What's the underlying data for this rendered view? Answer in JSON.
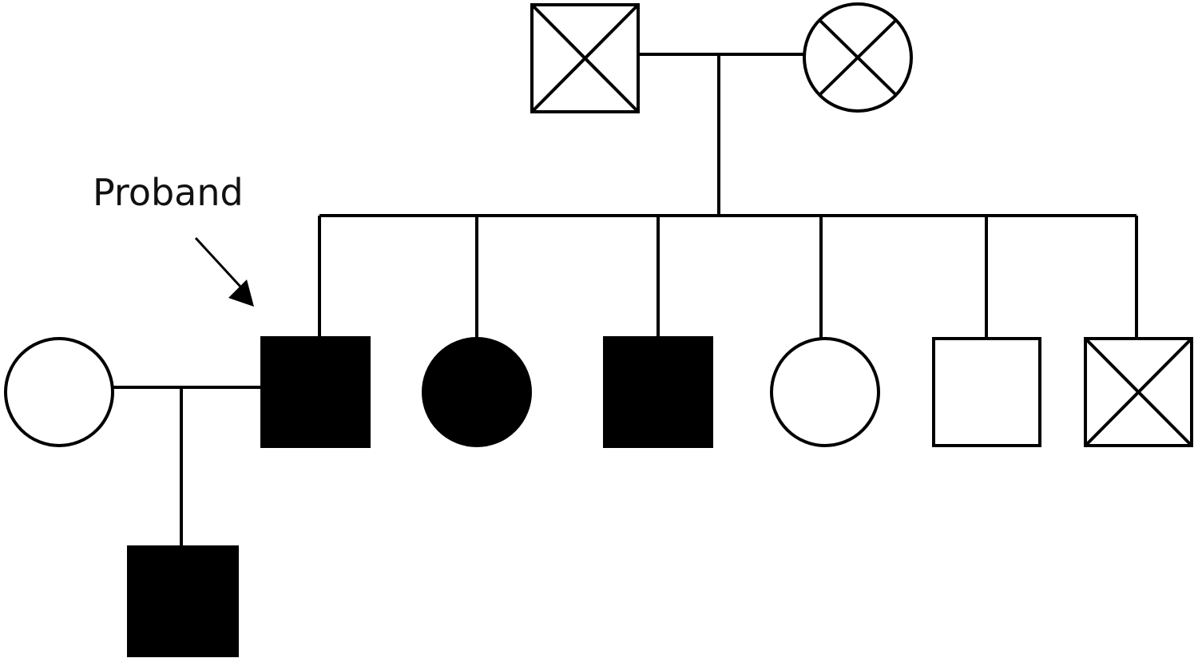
{
  "diagram": {
    "type": "pedigree",
    "colors": {
      "stroke": "#000000",
      "affected_fill": "#000000",
      "unaffected_fill": "#ffffff",
      "background": "#ffffff"
    },
    "annotation": {
      "label": "Proband",
      "points_to": "generation-2-individual-1"
    },
    "generations": [
      {
        "generation": 1,
        "individuals": [
          {
            "id": "g1-father",
            "sex": "male",
            "status": "deceased-or-unknown (crossed)"
          },
          {
            "id": "g1-mother",
            "sex": "female",
            "status": "deceased-or-unknown (crossed)"
          }
        ]
      },
      {
        "generation": 2,
        "individuals": [
          {
            "id": "g2-spouse",
            "sex": "female",
            "status": "unaffected",
            "relation": "spouse of proband"
          },
          {
            "id": "g2-1",
            "sex": "male",
            "status": "affected",
            "proband": true
          },
          {
            "id": "g2-2",
            "sex": "female",
            "status": "affected"
          },
          {
            "id": "g2-3",
            "sex": "male",
            "status": "affected"
          },
          {
            "id": "g2-4",
            "sex": "female",
            "status": "unaffected"
          },
          {
            "id": "g2-5",
            "sex": "male",
            "status": "unaffected"
          },
          {
            "id": "g2-6",
            "sex": "male",
            "status": "deceased-or-unknown (crossed)"
          }
        ]
      },
      {
        "generation": 3,
        "individuals": [
          {
            "id": "g3-1",
            "sex": "male",
            "status": "affected",
            "parents": [
              "g2-spouse",
              "g2-1"
            ]
          }
        ]
      }
    ]
  }
}
